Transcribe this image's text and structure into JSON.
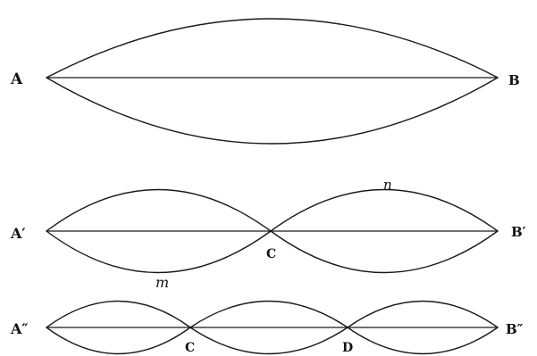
{
  "figure_1": {
    "label_left": "A",
    "label_right": "B"
  },
  "figure_2": {
    "label_left": "A′",
    "label_right": "B′",
    "label_node": "C",
    "label_upper": "n",
    "label_lower": "m"
  },
  "figure_3": {
    "label_left": "A″",
    "label_right": "B″",
    "label_node_1": "C",
    "label_node_2": "D"
  }
}
